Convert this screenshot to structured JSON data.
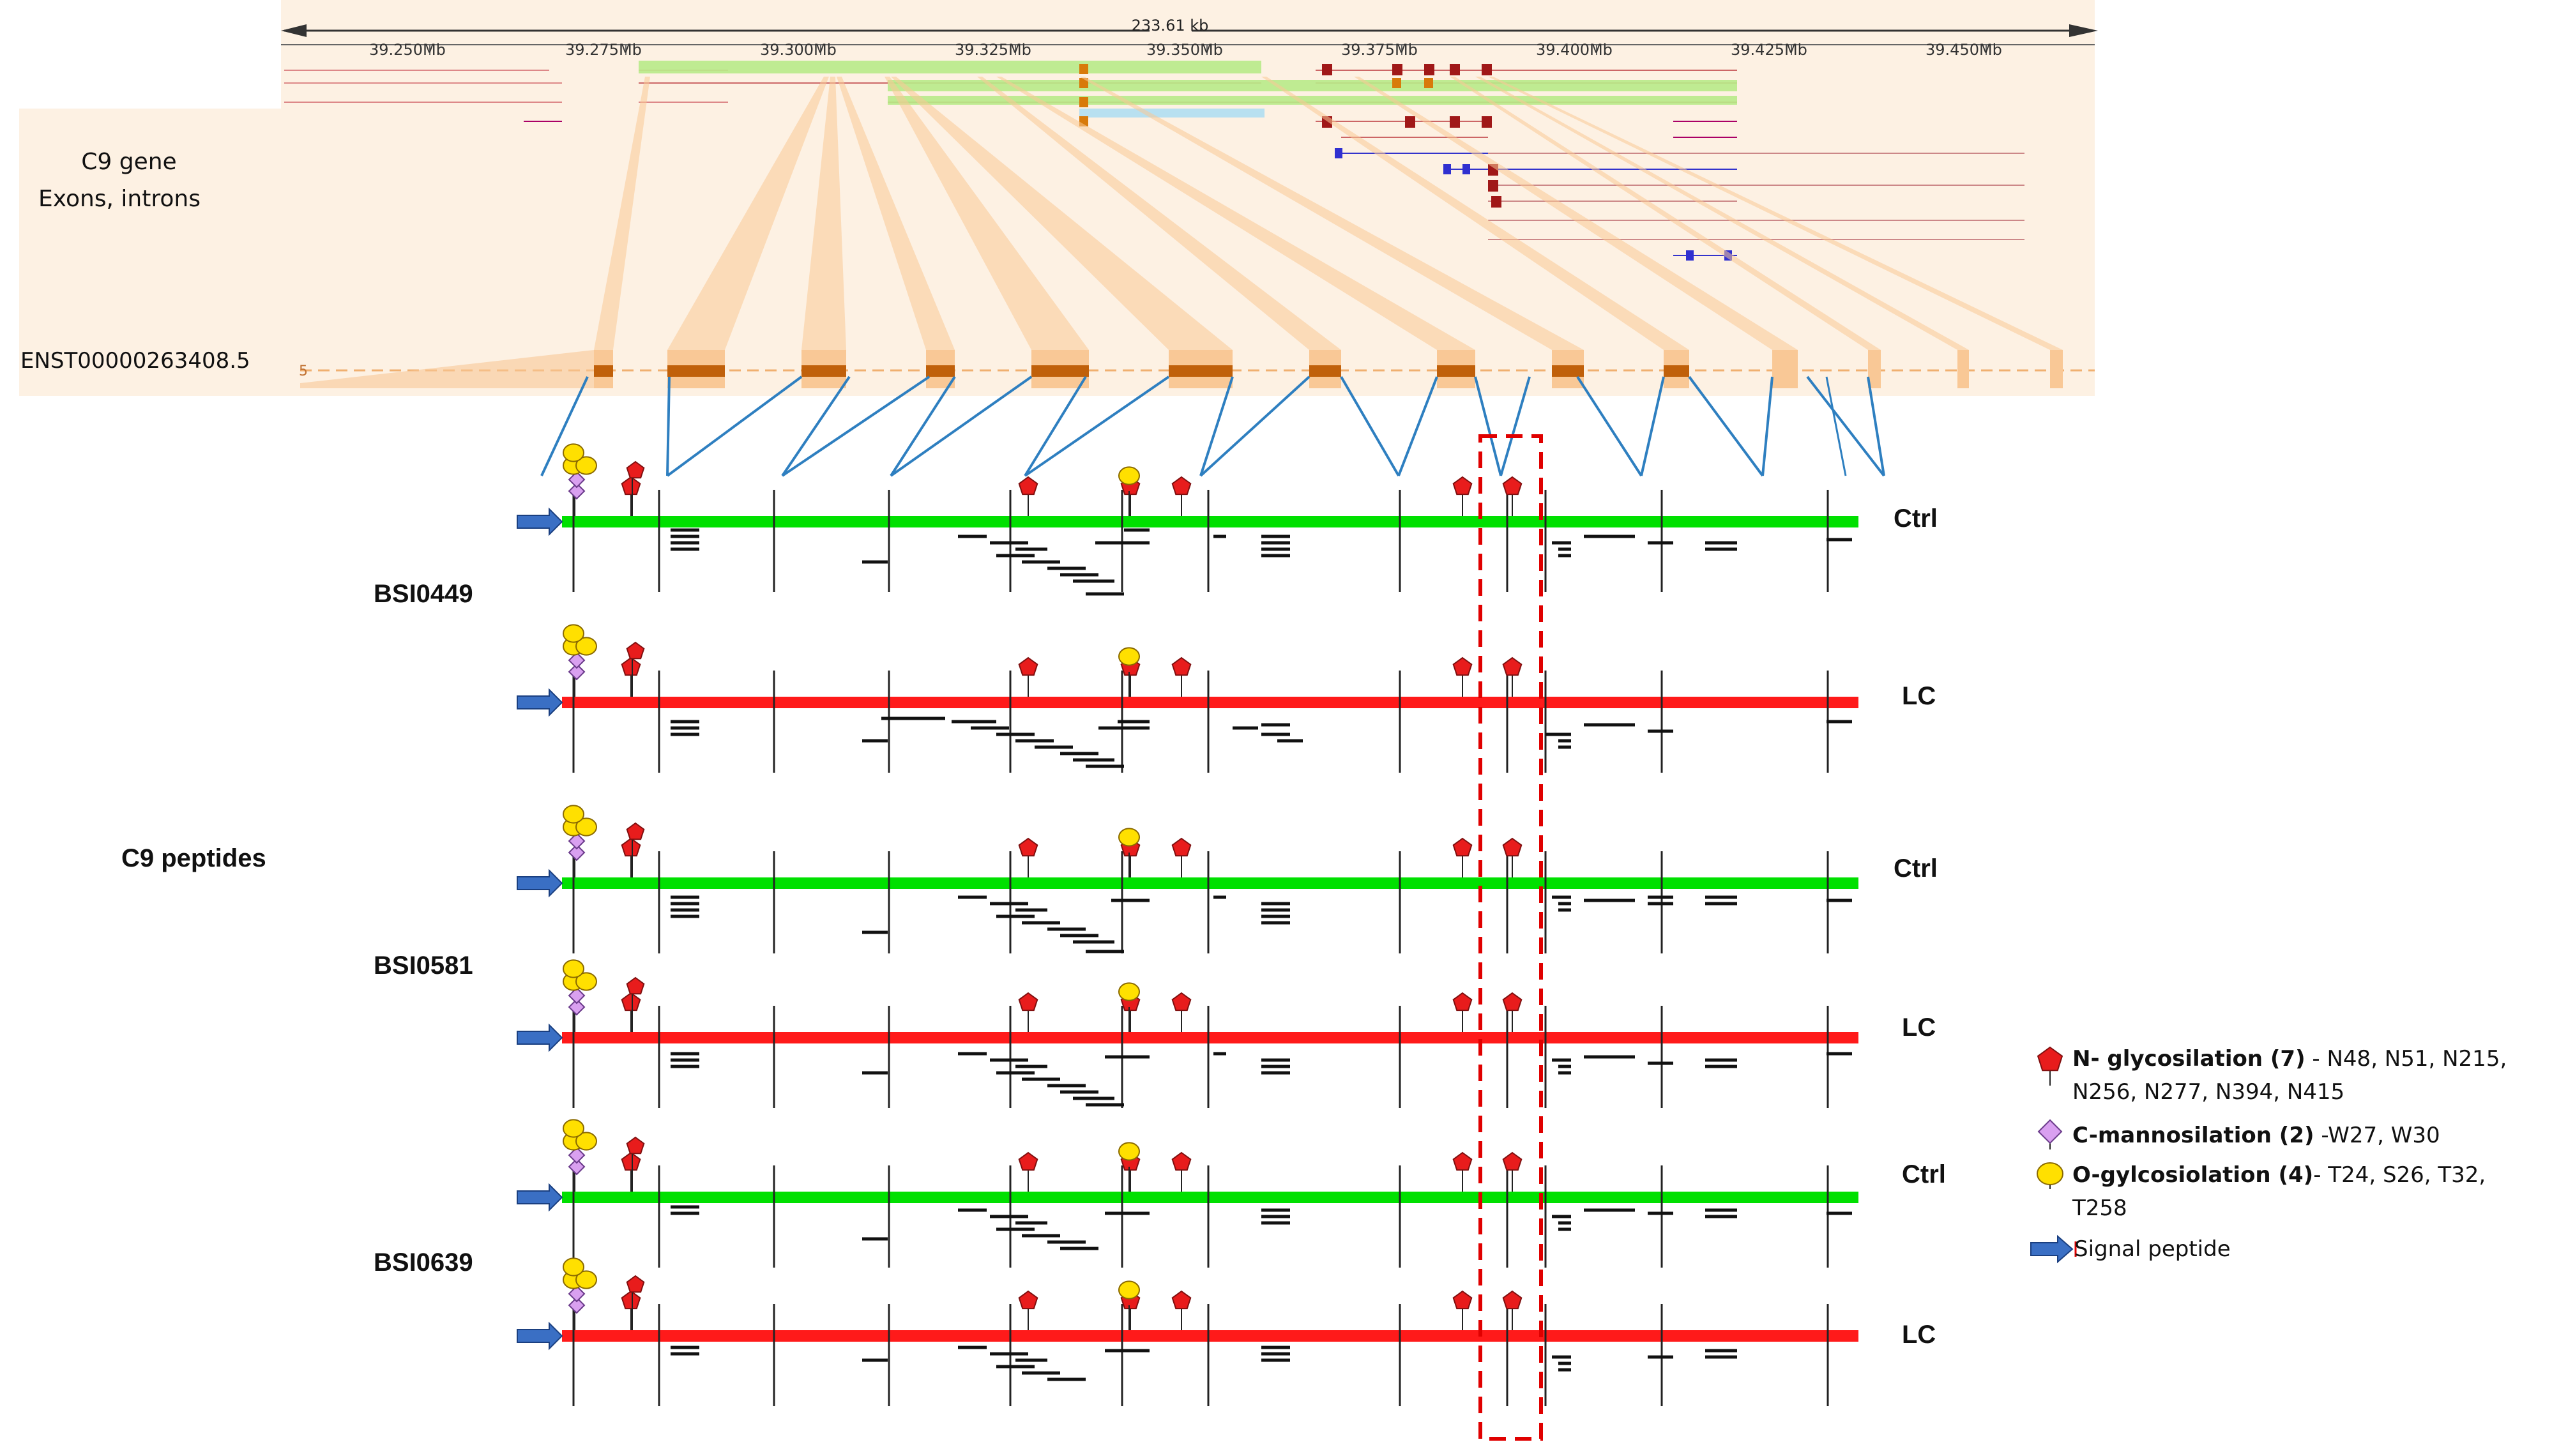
{
  "genome_browser": {
    "span_label": "233.61 kb",
    "ticks": [
      "39.250Mb",
      "39.275Mb",
      "39.300Mb",
      "39.325Mb",
      "39.350Mb",
      "39.375Mb",
      "39.400Mb",
      "39.425Mb",
      "39.450Mb"
    ],
    "gene_label_line1": "C9 gene",
    "gene_label_line2": "Exons, introns"
  },
  "transcript": {
    "id": "ENST00000263408.5",
    "strand_mark": "5"
  },
  "peptides_label": "C9 peptides",
  "samples": [
    {
      "name": "BSI0449",
      "tracks": [
        {
          "condition": "Ctrl",
          "color": "#00e000"
        },
        {
          "condition": "LC",
          "color": "#ff1a1a"
        }
      ]
    },
    {
      "name": "BSI0581",
      "tracks": [
        {
          "condition": "Ctrl",
          "color": "#00e000"
        },
        {
          "condition": "LC",
          "color": "#ff1a1a"
        }
      ]
    },
    {
      "name": "BSI0639",
      "tracks": [
        {
          "condition": "Ctrl",
          "color": "#00e000"
        },
        {
          "condition": "LC",
          "color": "#ff1a1a"
        }
      ]
    }
  ],
  "legend": {
    "n_glyco_bold": "N- glycosilation (7)",
    "n_glyco_rest": " - N48, N51, N215,",
    "n_glyco_line2": "N256, N277, N394, N415",
    "c_mann_bold": "C-mannosilation (2)",
    "c_mann_rest": " -W27, W30",
    "o_glyco_bold": "O-gylcosiolation (4)",
    "o_glyco_rest": "- T24, S26, T32,",
    "o_glyco_line2": "T258",
    "signal": "Signal peptide"
  },
  "colors": {
    "exon_highlight": "#f9c896",
    "exon_dark": "#c0600a",
    "connector": "#2e7fc0",
    "highlight_box": "#e00000",
    "n_glyco": "#e81c1c",
    "c_mann": "#d9a0f0",
    "o_glyco": "#ffe000",
    "signal_arrow": "#3a6fc4"
  }
}
